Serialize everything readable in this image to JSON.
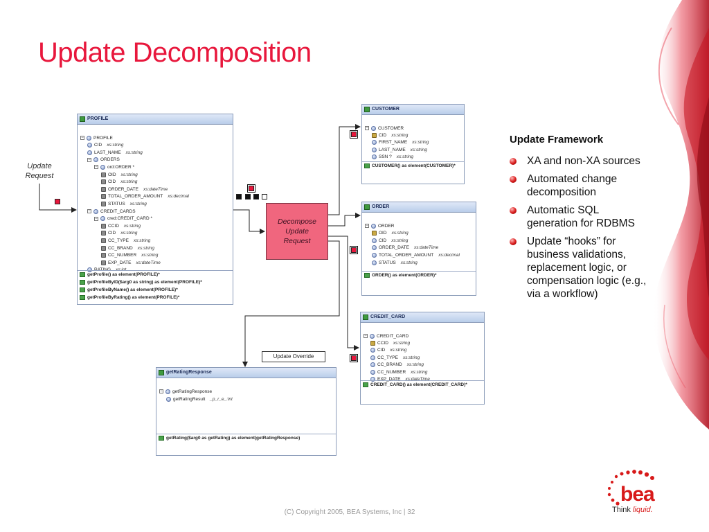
{
  "slide": {
    "title": "Update Decomposition",
    "footer": "(C) Copyright 2005, BEA Systems, Inc   |   32"
  },
  "diagram": {
    "update_request_label": [
      "Update",
      "Request"
    ],
    "decompose_label": [
      "Decompose",
      "Update",
      "Request"
    ],
    "update_override_label": "Update Override",
    "profile": {
      "header": "PROFILE",
      "rows": [
        {
          "name": "PROFILE",
          "type": ""
        },
        {
          "name": "CID",
          "type": "xs:string"
        },
        {
          "name": "LAST_NAME",
          "type": "xs:string"
        },
        {
          "name": "ORDERS",
          "type": ""
        },
        {
          "name": "ord:ORDER *",
          "type": ""
        },
        {
          "name": "OID",
          "type": "xs:string"
        },
        {
          "name": "CID",
          "type": "xs:string"
        },
        {
          "name": "ORDER_DATE",
          "type": "xs:dateTime"
        },
        {
          "name": "TOTAL_ORDER_AMOUNT",
          "type": "xs:decimal"
        },
        {
          "name": "STATUS",
          "type": "xs:string"
        },
        {
          "name": "CREDIT_CARDS",
          "type": ""
        },
        {
          "name": "cred:CREDIT_CARD *",
          "type": ""
        },
        {
          "name": "CCID",
          "type": "xs:string"
        },
        {
          "name": "CID",
          "type": "xs:string"
        },
        {
          "name": "CC_TYPE",
          "type": "xs:string"
        },
        {
          "name": "CC_BRAND",
          "type": "xs:string"
        },
        {
          "name": "CC_NUMBER",
          "type": "xs:string"
        },
        {
          "name": "EXP_DATE",
          "type": "xs:dateTime"
        },
        {
          "name": "RATING",
          "type": "xs:int"
        }
      ],
      "ops": [
        "getProfile() as element(PROFILE)*",
        "getProfileByID($arg0 as string) as element(PROFILE)*",
        "getProfileByName() as element(PROFILE)*",
        "getProfileByRating() as element(PROFILE)*"
      ]
    },
    "customer": {
      "header": "CUSTOMER",
      "rows": [
        {
          "name": "CUSTOMER",
          "type": ""
        },
        {
          "name": "CID",
          "type": "xs:string"
        },
        {
          "name": "FIRST_NAME",
          "type": "xs:string"
        },
        {
          "name": "LAST_NAME",
          "type": "xs:string"
        },
        {
          "name": "SSN ?",
          "type": "xs:string"
        }
      ],
      "ops": [
        "CUSTOMER() as element(CUSTOMER)*"
      ]
    },
    "order": {
      "header": "ORDER",
      "rows": [
        {
          "name": "ORDER",
          "type": ""
        },
        {
          "name": "OID",
          "type": "xs:string"
        },
        {
          "name": "CID",
          "type": "xs:string"
        },
        {
          "name": "ORDER_DATE",
          "type": "xs:dateTime"
        },
        {
          "name": "TOTAL_ORDER_AMOUNT",
          "type": "xs:decimal"
        },
        {
          "name": "STATUS",
          "type": "xs:string"
        }
      ],
      "ops": [
        "ORDER() as element(ORDER)*"
      ]
    },
    "credit_card": {
      "header": "CREDIT_CARD",
      "rows": [
        {
          "name": "CREDIT_CARD",
          "type": ""
        },
        {
          "name": "CCID",
          "type": "xs:string"
        },
        {
          "name": "CID",
          "type": "xs:string"
        },
        {
          "name": "CC_TYPE",
          "type": "xs:string"
        },
        {
          "name": "CC_BRAND",
          "type": "xs:string"
        },
        {
          "name": "CC_NUMBER",
          "type": "xs:string"
        },
        {
          "name": "EXP_DATE",
          "type": "xs:dateTime"
        }
      ],
      "ops": [
        "CREDIT_CARD() as element(CREDIT_CARD)*"
      ]
    },
    "rating": {
      "header": "getRatingResponse",
      "rows": [
        {
          "name": "getRatingResponse",
          "type": ""
        },
        {
          "name": "getRatingResult",
          "type": "_p_r_e_:int"
        }
      ],
      "ops": [
        "getRating($arg0 as getRating) as element(getRatingResponse)"
      ]
    }
  },
  "framework": {
    "title": "Update Framework",
    "bullets": [
      "XA and non-XA sources",
      "Automated change decomposition",
      "Automatic SQL generation for RDBMS",
      "Update “hooks” for business validations, replacement logic, or compensation logic (e.g., via a workflow)"
    ]
  },
  "logo": {
    "brand": "bea",
    "tagline_a": "Think ",
    "tagline_b": "liquid.",
    "brand_color": "#d81a1a"
  }
}
